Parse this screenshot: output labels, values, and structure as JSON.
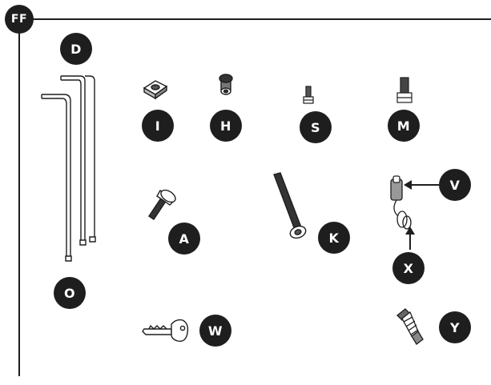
{
  "header": {
    "section_label": "FF"
  },
  "parts": [
    {
      "id": "D",
      "label": "D"
    },
    {
      "id": "O",
      "label": "O"
    },
    {
      "id": "I",
      "label": "I"
    },
    {
      "id": "H",
      "label": "H"
    },
    {
      "id": "S",
      "label": "S"
    },
    {
      "id": "M",
      "label": "M"
    },
    {
      "id": "A",
      "label": "A"
    },
    {
      "id": "K",
      "label": "K"
    },
    {
      "id": "V",
      "label": "V"
    },
    {
      "id": "X",
      "label": "X"
    },
    {
      "id": "W",
      "label": "W"
    },
    {
      "id": "Y",
      "label": "Y"
    }
  ],
  "colors": {
    "ink": "#1e1e1e",
    "hardware_fill": "#2a2a2a",
    "background": "#ffffff"
  }
}
